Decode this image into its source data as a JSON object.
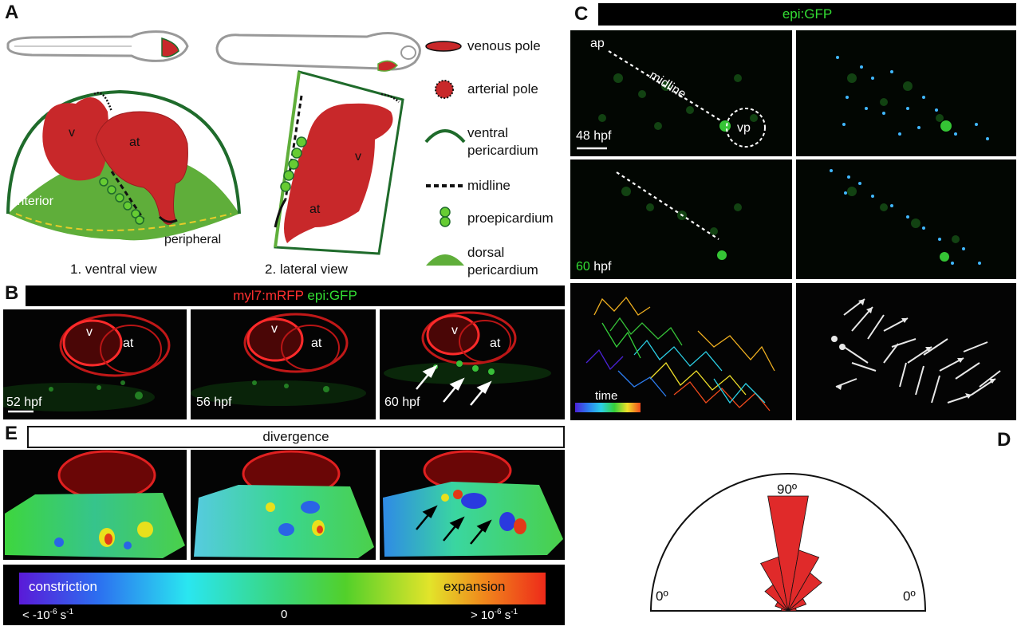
{
  "panels": {
    "A": {
      "letter": "A",
      "heart_labels": {
        "ventricle": "v",
        "atrium": "at"
      },
      "region_labels": {
        "interior": "interior",
        "peripheral": "peripheral"
      },
      "view1": "1. ventral view",
      "view2": "2. lateral view",
      "legend": [
        {
          "label": "venous pole",
          "icon": "venous-pole-icon"
        },
        {
          "label": "arterial pole",
          "icon": "arterial-pole-icon"
        },
        {
          "label": "ventral\npericardium",
          "icon": "ventral-pericardium-icon"
        },
        {
          "label": "midline",
          "icon": "midline-icon"
        },
        {
          "label": "proepicardium",
          "icon": "proepicardium-icon"
        },
        {
          "label": "dorsal\npericardium",
          "icon": "dorsal-pericardium-icon"
        }
      ],
      "colors": {
        "heart": "#c8282a",
        "pericardium": "#1f6b2b",
        "dorsal": "#5fae3a",
        "bead": "#66cc33"
      }
    },
    "B": {
      "letter": "B",
      "header_red": "myl7:mRFP",
      "header_green": "epi:GFP",
      "frames": [
        {
          "time": "52 hpf",
          "v": "v",
          "at": "at"
        },
        {
          "time": "56 hpf",
          "v": "v",
          "at": "at"
        },
        {
          "time": "60 hpf",
          "v": "v",
          "at": "at"
        }
      ]
    },
    "C": {
      "letter": "C",
      "header": "epi:GFP",
      "labels": {
        "ap": "ap",
        "midline": "midline",
        "vp": "vp"
      },
      "time1": "48 hpf",
      "time2_a": "60",
      "time2_b": "hpf",
      "time_legend": "time"
    },
    "D": {
      "letter": "D",
      "angle_top": "90º",
      "angle_left": "0º",
      "angle_right": "0º",
      "rose": [
        {
          "deg": 10,
          "r": 0.05
        },
        {
          "deg": 30,
          "r": 0.1
        },
        {
          "deg": 50,
          "r": 0.22
        },
        {
          "deg": 70,
          "r": 0.4
        },
        {
          "deg": 90,
          "r": 0.85
        },
        {
          "deg": 110,
          "r": 0.45
        },
        {
          "deg": 130,
          "r": 0.32
        },
        {
          "deg": 150,
          "r": 0.14
        },
        {
          "deg": 170,
          "r": 0.06
        }
      ]
    },
    "E": {
      "letter": "E",
      "header": "divergence",
      "scale_left": "constriction",
      "scale_right": "expansion",
      "tick_left": "< -10",
      "tick_left_exp": "-6",
      "tick_left_unit": " s",
      "tick_left_unit_exp": "-1",
      "tick_mid": "0",
      "tick_right": "> 10",
      "tick_right_exp": "-6",
      "tick_right_unit": " s",
      "tick_right_unit_exp": "-1"
    }
  }
}
